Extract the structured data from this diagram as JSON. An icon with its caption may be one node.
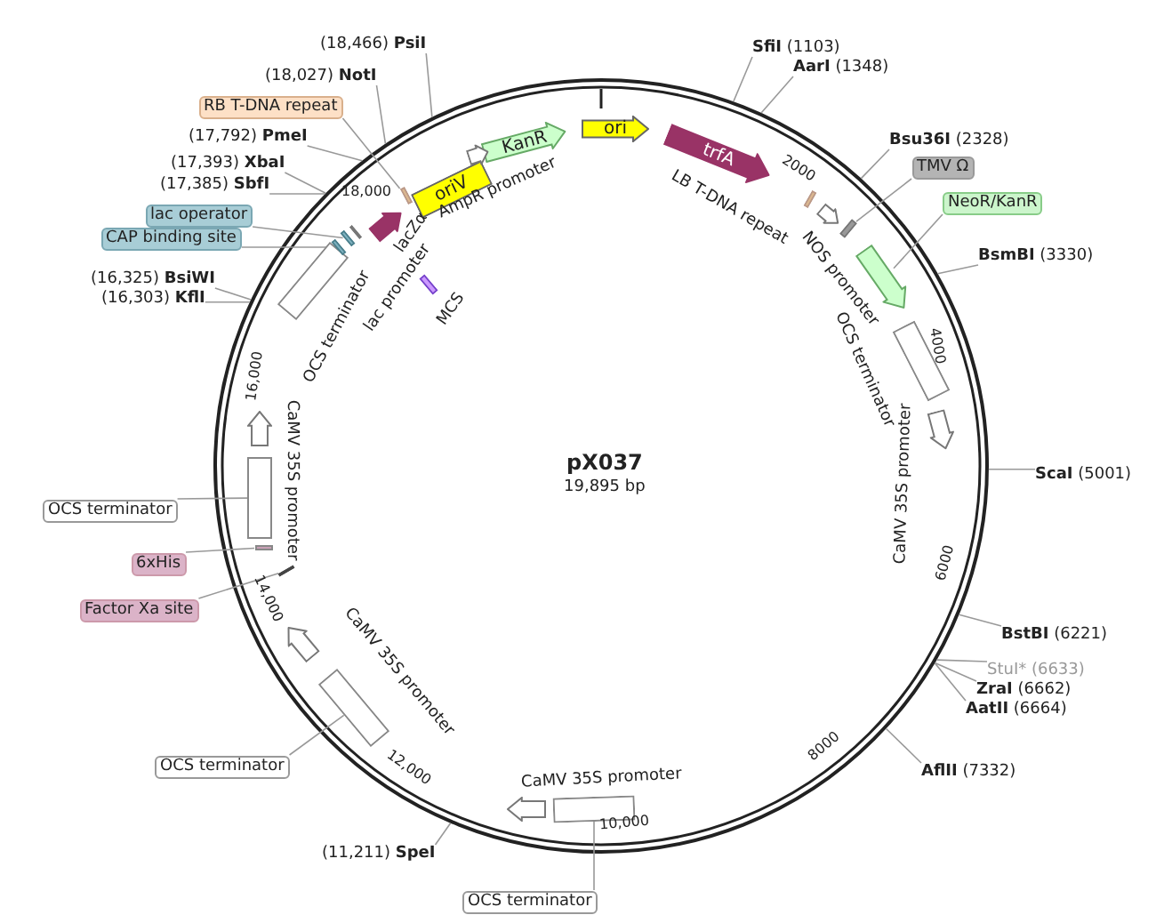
{
  "diagram": {
    "title": "pX037",
    "caption": "19,895 bp",
    "nodes": [
      {
        "text": [
          "(18,466) **PsiI**"
        ]
      },
      {
        "text": [
          "**SfiI** (1103)"
        ]
      },
      {
        "text": [
          "**AarI** (1348)"
        ]
      },
      {
        "text": [
          "(18,027) **NotI**"
        ]
      },
      {
        "text": [
          "RB T-DNA repeat"
        ]
      },
      {
        "text": [
          "(17,792) **PmeI**"
        ]
      },
      {
        "text": [
          "**Bsu36I** (2328)"
        ]
      },
      {
        "text": [
          "TMV Ω"
        ]
      },
      {
        "text": [
          "(17,393) **XbaI**"
        ]
      },
      {
        "text": [
          "(17,385) **SbfI**"
        ]
      },
      {
        "text": [
          "lac operator"
        ]
      },
      {
        "text": [
          "NeoR/KanR"
        ]
      },
      {
        "text": [
          "CAP binding site"
        ]
      },
      {
        "text": [
          "**BsmBI** (3330)"
        ]
      },
      {
        "text": [
          "(16,325) **BsiWI**"
        ]
      },
      {
        "text": [
          "(16,303) **KflI**"
        ]
      },
      {
        "text": [
          "**ScaI** (5001)"
        ]
      },
      {
        "text": [
          "OCS terminator"
        ]
      },
      {
        "text": [
          "6xHis"
        ]
      },
      {
        "text": [
          "Factor Xa site"
        ]
      },
      {
        "text": [
          "**BstBI** (6221)"
        ]
      },
      {
        "text": [
          "StuI* (6633)"
        ]
      },
      {
        "text": [
          "**ZraI** (6662)"
        ]
      },
      {
        "text": [
          "**AatII** (6664)"
        ]
      },
      {
        "text": [
          "**AflII** (7332)"
        ]
      },
      {
        "text": [
          "OCS terminator"
        ]
      },
      {
        "text": [
          "(11,211) **SpeI**"
        ]
      },
      {
        "text": [
          "OCS terminator"
        ]
      },
      {
        "text": [
          "oriV"
        ]
      },
      {
        "text": [
          "KanR"
        ]
      },
      {
        "text": [
          "ori"
        ]
      },
      {
        "text": [
          "trfA"
        ]
      },
      {
        "text": [],
        "shape": "arrow",
        "beside": [
          "AmpR promoter"
        ]
      },
      {
        "text": [],
        "shape": "arrow",
        "beside": [
          "lacZα"
        ]
      },
      {
        "text": [],
        "shape": "bar",
        "beside": [
          "lac promoter"
        ]
      },
      {
        "text": [],
        "shape": "bar",
        "beside": [
          "MCS"
        ]
      },
      {
        "text": [],
        "shape": "box",
        "beside": [
          "OCS terminator"
        ]
      },
      {
        "text": [],
        "shape": "bar"
      },
      {
        "text": [],
        "shape": "arrow"
      },
      {
        "text": [],
        "shape": "box",
        "beside": [
          "OCS terminator"
        ]
      },
      {
        "text": [],
        "shape": "arrow"
      },
      {
        "text": [],
        "shape": "arrow",
        "beside": [
          "CaMV 35S promoter"
        ]
      },
      {
        "text": [],
        "shape": "arrow"
      },
      {
        "text": [],
        "shape": "arrow",
        "beside": [
          "CaMV 35S promoter"
        ]
      },
      {
        "text": [],
        "shape": "bar"
      },
      {
        "text": [],
        "shape": "bar"
      },
      {
        "text": [],
        "shape": "bar"
      },
      {
        "text": [],
        "shape": "arrow"
      },
      {
        "text": [],
        "shape": "bar"
      },
      {
        "text": [],
        "shape": "box"
      },
      {
        "text": [],
        "shape": "bar"
      },
      {
        "text": [],
        "shape": "bar"
      },
      {
        "text": [],
        "shape": "box"
      },
      {
        "text": [],
        "shape": "box"
      }
    ],
    "edges": [
      {
        "from": 0,
        "to": null,
        "arrow": "none"
      },
      {
        "from": 1,
        "to": null,
        "arrow": "none"
      },
      {
        "from": 2,
        "to": null,
        "arrow": "none"
      },
      {
        "from": 3,
        "to": null,
        "arrow": "none"
      },
      {
        "from": 4,
        "to": 44,
        "arrow": "none"
      },
      {
        "from": 5,
        "to": null,
        "arrow": "none"
      },
      {
        "from": 6,
        "to": null,
        "arrow": "none"
      },
      {
        "from": 7,
        "to": 45,
        "arrow": "none"
      },
      {
        "from": 8,
        "to": null,
        "arrow": "none"
      },
      {
        "from": 9,
        "to": null,
        "arrow": "none"
      },
      {
        "from": 10,
        "to": 46,
        "arrow": "none"
      },
      {
        "from": 11,
        "to": 47,
        "arrow": "none"
      },
      {
        "from": 12,
        "to": 48,
        "arrow": "none"
      },
      {
        "from": 13,
        "to": null,
        "arrow": "none"
      },
      {
        "from": 14,
        "to": null,
        "arrow": "none"
      },
      {
        "from": 15,
        "to": null,
        "arrow": "none"
      },
      {
        "from": 16,
        "to": null,
        "arrow": "none"
      },
      {
        "from": 17,
        "to": 49,
        "arrow": "none"
      },
      {
        "from": 18,
        "to": 50,
        "arrow": "none"
      },
      {
        "from": 19,
        "to": 51,
        "arrow": "none"
      },
      {
        "from": 20,
        "to": null,
        "arrow": "none"
      },
      {
        "from": 21,
        "to": null,
        "arrow": "none"
      },
      {
        "from": 22,
        "to": null,
        "arrow": "none"
      },
      {
        "from": 23,
        "to": null,
        "arrow": "none"
      },
      {
        "from": 24,
        "to": null,
        "arrow": "none"
      },
      {
        "from": 25,
        "to": 52,
        "arrow": "none"
      },
      {
        "from": 26,
        "to": null,
        "arrow": "none"
      },
      {
        "from": 27,
        "to": 53,
        "arrow": "none"
      }
    ],
    "labels": [
      "2000",
      "4000",
      "6000",
      "8000",
      "10,000",
      "12,000",
      "14,000",
      "16,000",
      "18,000",
      "LB T-DNA repeat",
      "NOS promoter",
      "CaMV 35S promoter",
      "CaMV 35S promoter"
    ]
  }
}
